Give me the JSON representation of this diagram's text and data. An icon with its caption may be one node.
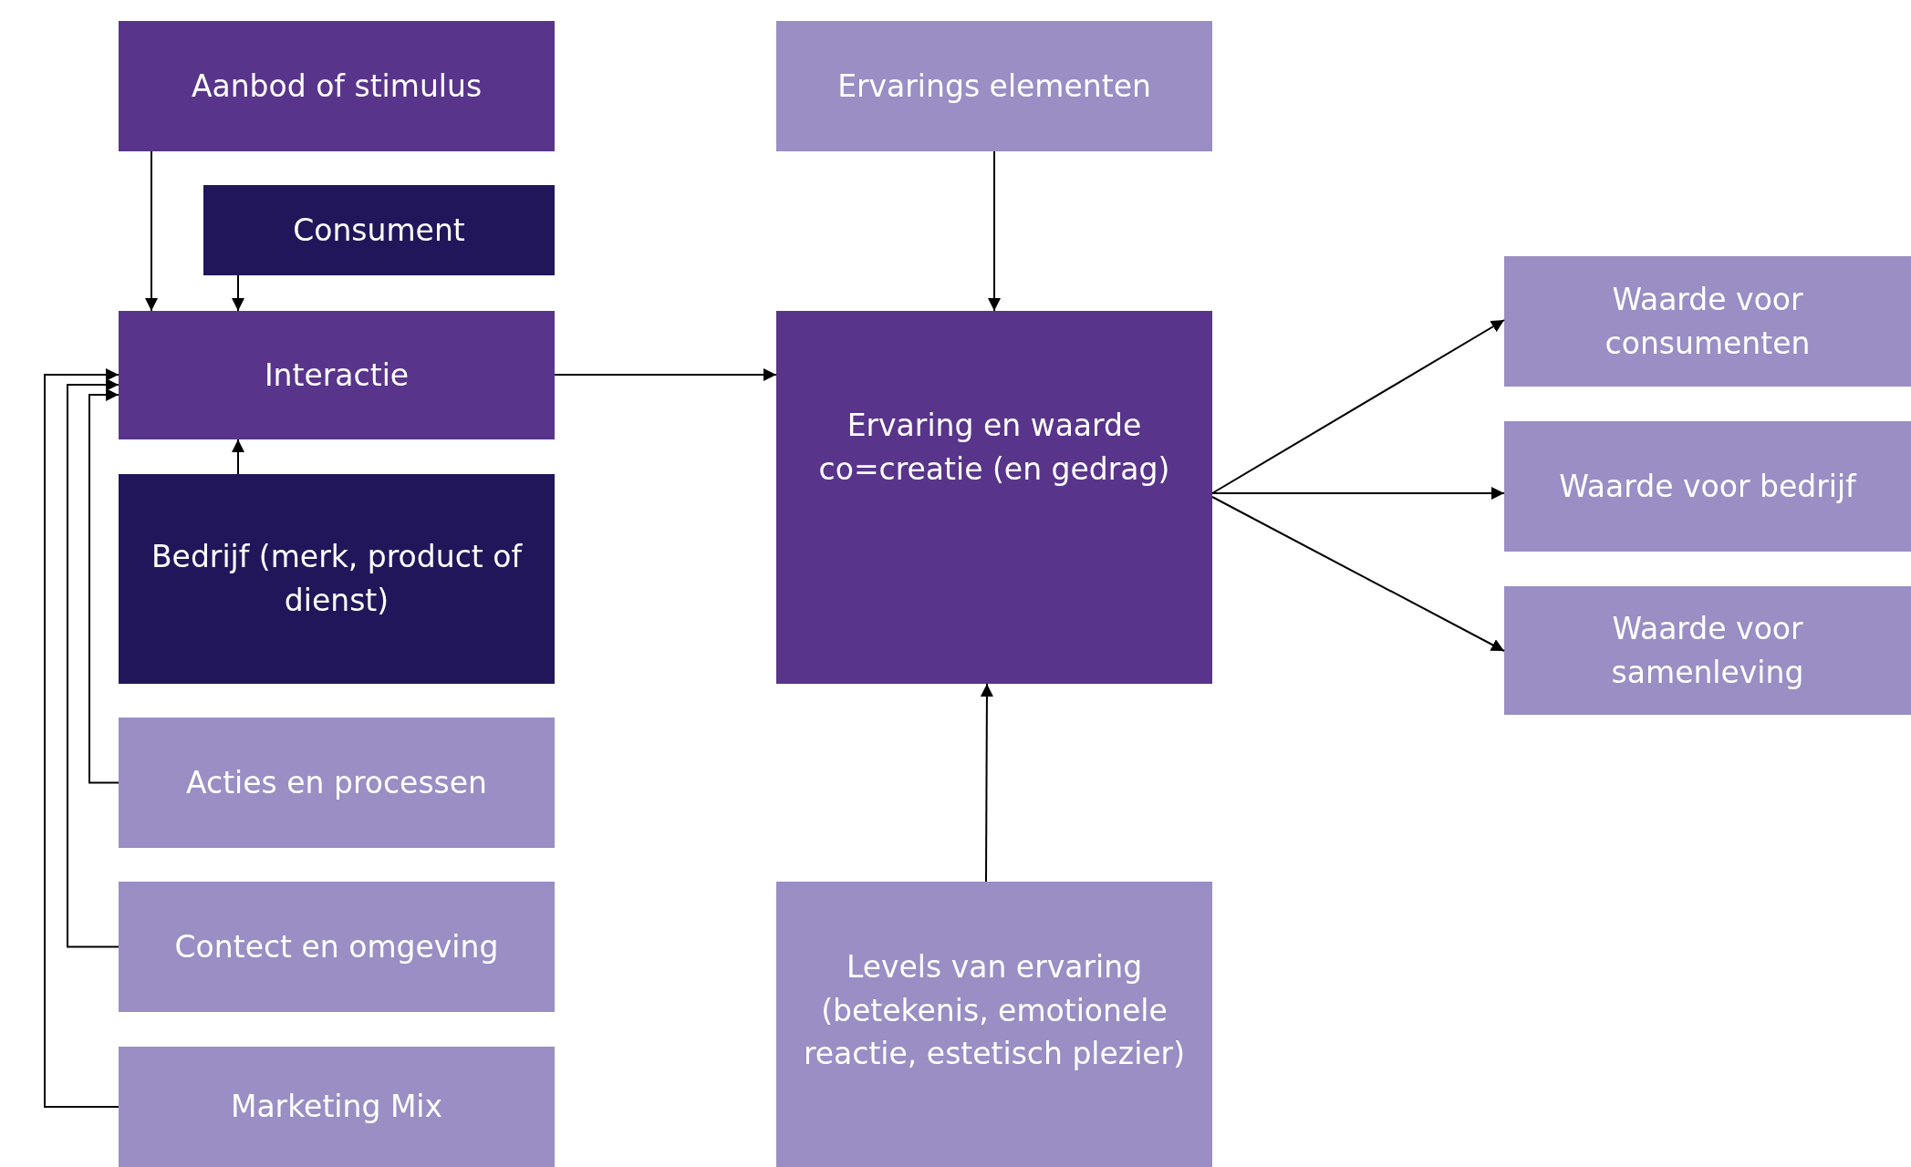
{
  "diagram": {
    "nodes": [
      {
        "text": [
          "Aanbod of stimulus"
        ]
      },
      {
        "text": [
          "Consument"
        ]
      },
      {
        "text": [
          "Interactie"
        ]
      },
      {
        "text": [
          "Bedrijf (merk, product of dienst)"
        ]
      },
      {
        "text": [
          "Acties en processen"
        ]
      },
      {
        "text": [
          "Contect en omgeving"
        ]
      },
      {
        "text": [
          "Marketing Mix"
        ]
      },
      {
        "text": [
          "Ervarings elementen"
        ]
      },
      {
        "text": [
          "Ervaring en waarde co=creatie (en gedrag)"
        ]
      },
      {
        "text": [
          "Levels van ervaring (betekenis, emotionele reactie, estetisch plezier)"
        ]
      },
      {
        "text": [
          "Waarde voor consumenten"
        ]
      },
      {
        "text": [
          "Waarde voor bedrijf"
        ]
      },
      {
        "text": [
          "Waarde voor samenleving"
        ]
      }
    ],
    "edges": [
      {
        "from": 0,
        "to": 2,
        "arrow": "to"
      },
      {
        "from": 1,
        "to": 2,
        "arrow": "to"
      },
      {
        "from": 3,
        "to": 2,
        "arrow": "to"
      },
      {
        "from": 4,
        "to": 2,
        "arrow": "to"
      },
      {
        "from": 5,
        "to": 2,
        "arrow": "to"
      },
      {
        "from": 6,
        "to": 2,
        "arrow": "to"
      },
      {
        "from": 2,
        "to": 8,
        "arrow": "to"
      },
      {
        "from": 7,
        "to": 8,
        "arrow": "to"
      },
      {
        "from": 9,
        "to": 8,
        "arrow": "to"
      },
      {
        "from": 8,
        "to": 10,
        "arrow": "to"
      },
      {
        "from": 8,
        "to": 11,
        "arrow": "to"
      },
      {
        "from": 8,
        "to": 12,
        "arrow": "to"
      }
    ]
  }
}
